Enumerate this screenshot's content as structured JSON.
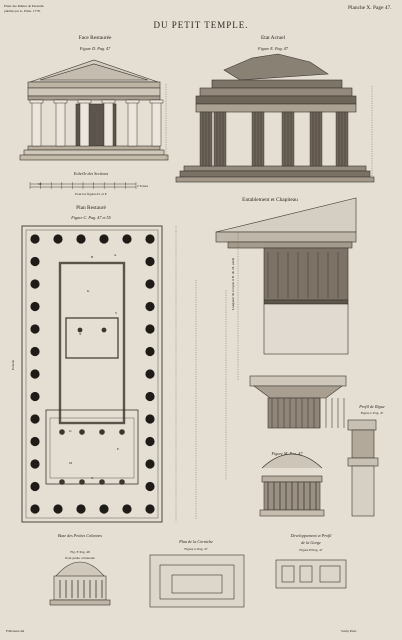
{
  "plate": {
    "title": "DU PETIT TEMPLE.",
    "plate_number": "Planche X. Page 47.",
    "top_left_line1": "Plans des Ruines de Paestum.",
    "top_left_line2": "publiés par G. Piran. 1778.",
    "bottom_left_credit": "F.Piranesi  del",
    "bottom_right_credit": "Sculp  Paris"
  },
  "sections": {
    "face_restauree": {
      "title": "Face Restaurée",
      "ref": "Figure D. Pag. 47"
    },
    "etat_actuel": {
      "title": "Etat Actuel",
      "ref": "Figure E. Pag. 47"
    },
    "echelle": {
      "title": "Echelle des Sections",
      "ref": "Pour les figures D. et E",
      "tick_left": "50",
      "tick_right": "2 Toises"
    },
    "plan_restaure": {
      "title": "Plan Restauré",
      "ref": "Figure C. Pag. 47 et 55"
    },
    "entablement": {
      "title": "Entablement et Chapiteau",
      "ref": "Figure F. Pag. 47"
    },
    "chapiteau_ref": {
      "title": "Figure M. Pag. 47",
      "ref": "Pour l'Entablement"
    },
    "profil_gorge": {
      "title": "Profil de Rigue",
      "ref": "Figure I. Pag. 47"
    },
    "petites_colonnes": {
      "title": "Base des Petites Colonnes",
      "ref1": "Fig. E Pag. 48",
      "ref2": "Pour petite colonnade"
    },
    "plan_corniche": {
      "title": "Plan de la Corniche",
      "ref": "Figure G Pag. 47"
    },
    "developpement": {
      "title": "Developpement et Profil",
      "line2": "de la Gorge",
      "ref": "Figure H Pag. 47"
    },
    "vertical_scale_note": "Longueur de la ligne A B. de 24.  pieds",
    "vertical_label_left": "Echelle",
    "plan_letters": [
      "B",
      "A",
      "K",
      "S",
      "X",
      "O",
      "M",
      "N",
      "P"
    ]
  }
}
